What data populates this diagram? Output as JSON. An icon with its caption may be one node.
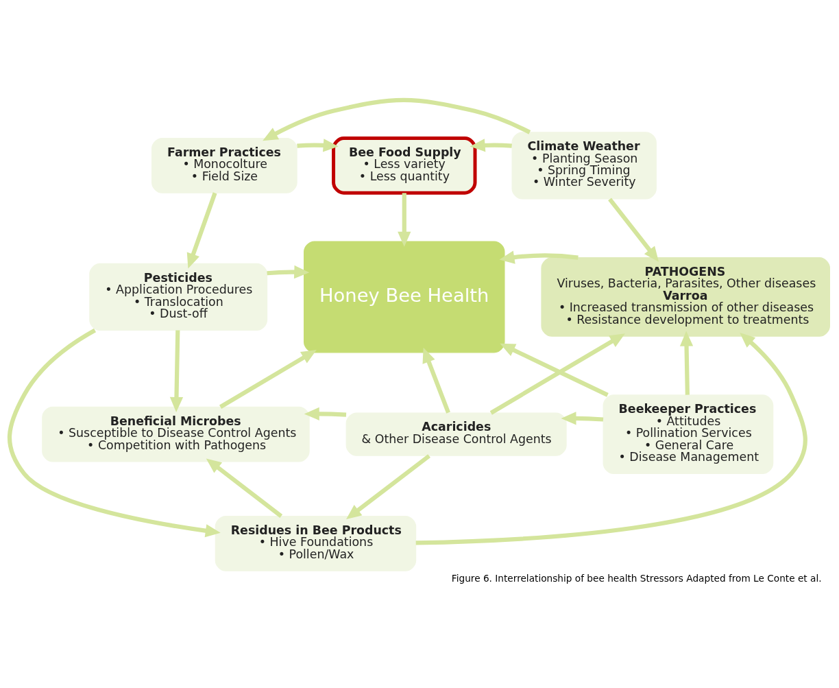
{
  "diagram": {
    "caption": "Figure 6. Interrelationship of bee health Stressors Adapted from Le Conte et al.",
    "nodes": [
      {
        "text": [
          "Farmer Practices",
          "• Monocolture",
          "• Field Size"
        ]
      },
      {
        "text": [
          "Bee Food Supply",
          "• Less variety",
          "• Less quantity"
        ]
      },
      {
        "text": [
          "Climate Weather",
          "• Planting Season",
          "• Spring Timing",
          "• Winter Severity"
        ]
      },
      {
        "text": [
          "Pesticides",
          "• Application Procedures",
          "• Translocation",
          "• Dust-off"
        ]
      },
      {
        "text": [
          "Honey Bee Health"
        ]
      },
      {
        "text": [
          "PATHOGENS",
          "Viruses, Bacteria, Parasites, Other diseases",
          "Varroa",
          "• Increased transmission of other diseases",
          "• Resistance development to treatments"
        ]
      },
      {
        "text": [
          "Beneficial Microbes",
          "• Susceptible to Disease Control Agents",
          "• Competition with Pathogens"
        ]
      },
      {
        "text": [
          "Acaricides",
          "& Other Disease Control Agents"
        ]
      },
      {
        "text": [
          "Beekeeper Practices",
          "• Attitudes",
          "• Pollination Services",
          "• General Care",
          "• Disease Management"
        ]
      },
      {
        "text": [
          "Residues in Bee Products",
          "• Hive Foundations",
          "• Pollen/Wax"
        ]
      }
    ],
    "edges": [
      {
        "from": 2,
        "to": 0,
        "arrow": "to"
      },
      {
        "from": 0,
        "to": 1,
        "arrow": "to"
      },
      {
        "from": 2,
        "to": 1,
        "arrow": "to"
      },
      {
        "from": 0,
        "to": 3,
        "arrow": "to"
      },
      {
        "from": 2,
        "to": 5,
        "arrow": "to"
      },
      {
        "from": 1,
        "to": 4,
        "arrow": "to"
      },
      {
        "from": 3,
        "to": 4,
        "arrow": "to"
      },
      {
        "from": 5,
        "to": 4,
        "arrow": "to"
      },
      {
        "from": 3,
        "to": 6,
        "arrow": "to"
      },
      {
        "from": 6,
        "to": 4,
        "arrow": "to"
      },
      {
        "from": 7,
        "to": 4,
        "arrow": "to"
      },
      {
        "from": 8,
        "to": 4,
        "arrow": "to"
      },
      {
        "from": 8,
        "to": 5,
        "arrow": "to"
      },
      {
        "from": 8,
        "to": 7,
        "arrow": "to"
      },
      {
        "from": 7,
        "to": 6,
        "arrow": "to"
      },
      {
        "from": 7,
        "to": 9,
        "arrow": "to"
      },
      {
        "from": 7,
        "to": 5,
        "arrow": "to"
      },
      {
        "from": 9,
        "to": 6,
        "arrow": "to"
      },
      {
        "from": 3,
        "to": 9,
        "arrow": "to"
      },
      {
        "from": 9,
        "to": 5,
        "arrow": "to"
      }
    ]
  }
}
